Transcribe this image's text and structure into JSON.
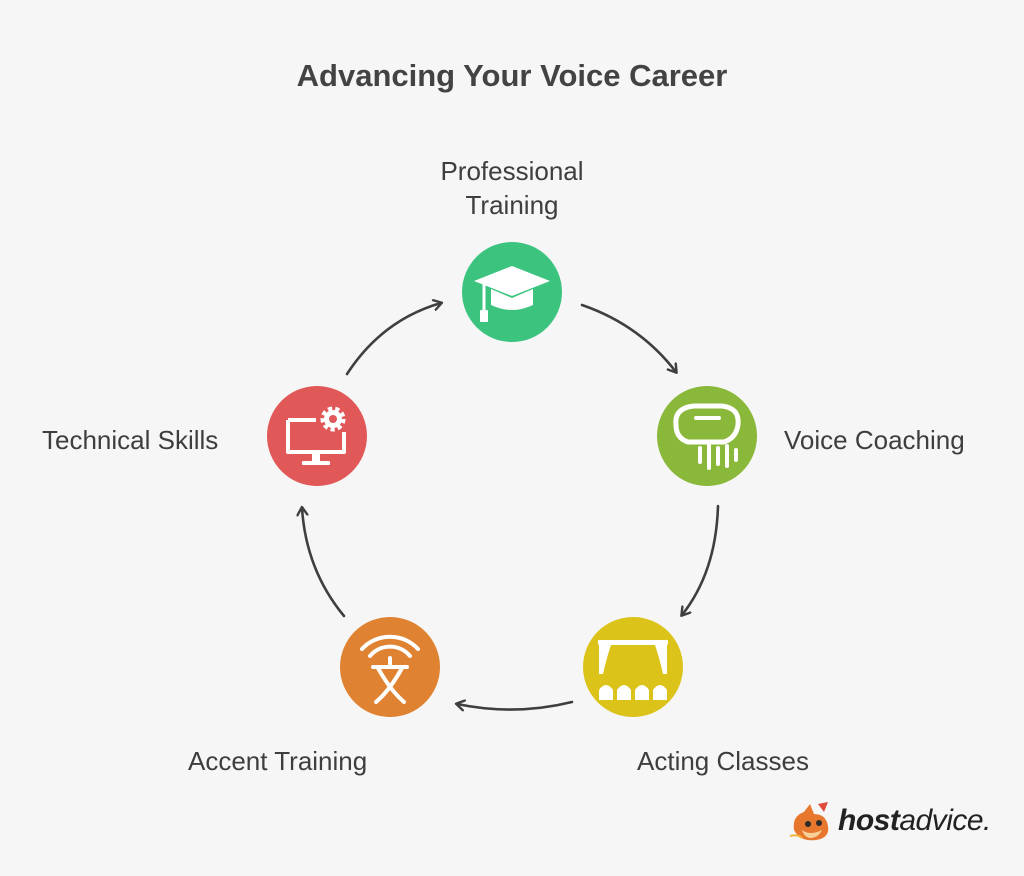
{
  "title": "Advancing Your Voice Career",
  "nodes": [
    {
      "id": "professional-training",
      "label_line1": "Professional",
      "label_line2": "Training",
      "color": "#3cc47f",
      "icon": "graduation-cap-icon"
    },
    {
      "id": "voice-coaching",
      "label": "Voice Coaching",
      "color": "#8ab83a",
      "icon": "voice-waveform-icon"
    },
    {
      "id": "acting-classes",
      "label": "Acting Classes",
      "color": "#dcc319",
      "icon": "theater-stage-icon"
    },
    {
      "id": "accent-training",
      "label": "Accent Training",
      "color": "#df8231",
      "icon": "language-translate-icon"
    },
    {
      "id": "technical-skills",
      "label": "Technical Skills",
      "color": "#e15858",
      "icon": "computer-settings-icon"
    }
  ],
  "brand": {
    "bold": "host",
    "regular": "advice."
  },
  "colors": {
    "arrow": "#3f3f3f",
    "text": "#3e3e3e",
    "background": "#f6f6f6"
  }
}
